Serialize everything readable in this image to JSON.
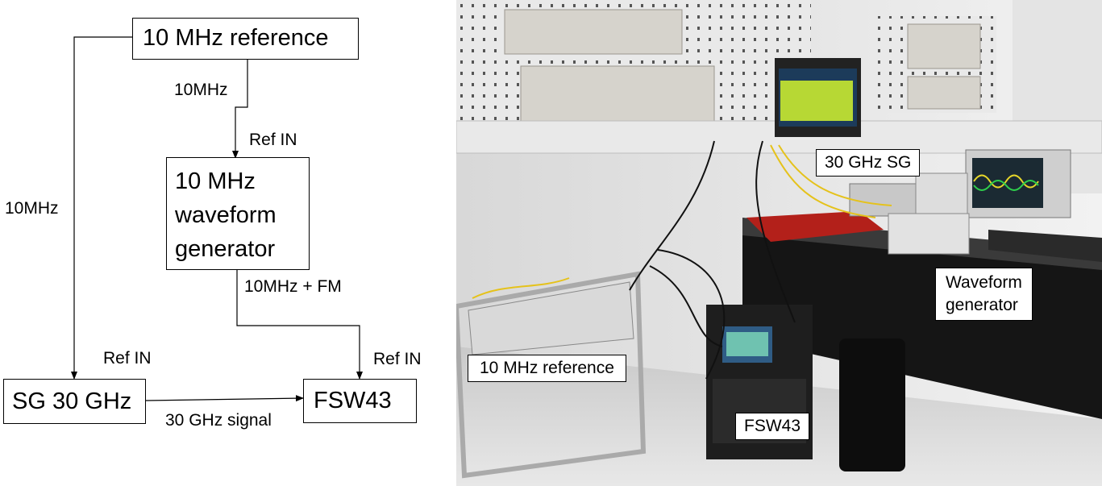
{
  "diagram": {
    "nodes": {
      "ref10": "10 MHz reference",
      "wavegen": [
        "10 MHz",
        "waveform",
        "generator"
      ],
      "sg30": "SG 30 GHz",
      "fsw": "FSW43"
    },
    "edges": {
      "ref_to_wavegen": "10MHz",
      "ref_in_wavegen": "Ref IN",
      "ref_to_sg": "10MHz",
      "ref_in_sg": "Ref IN",
      "wavegen_to_fsw": "10MHz + FM",
      "ref_in_fsw": "Ref IN",
      "sg_to_fsw": "30 GHz signal"
    }
  },
  "photo": {
    "labels": {
      "sg": "30 GHz SG",
      "wavegen": [
        "Waveform",
        "generator"
      ],
      "ref": "10 MHz reference",
      "fsw": "FSW43"
    }
  }
}
